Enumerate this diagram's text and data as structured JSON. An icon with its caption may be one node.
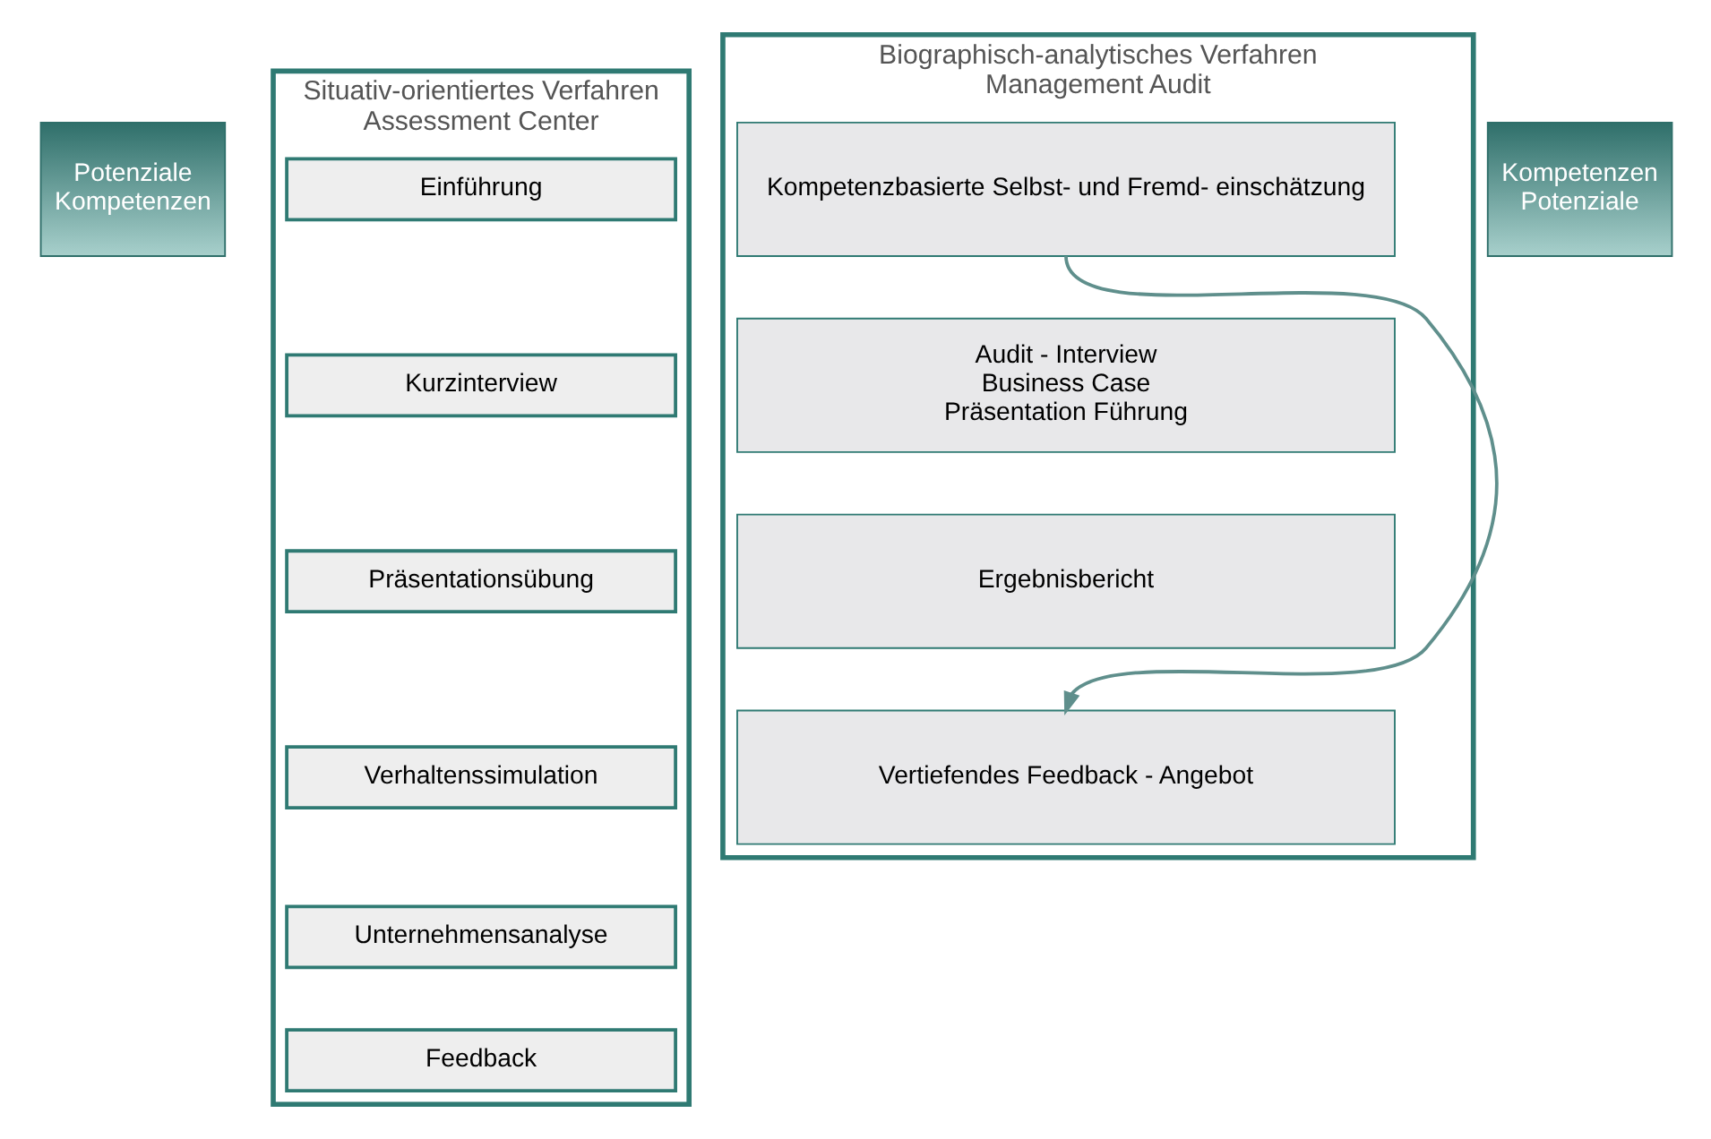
{
  "diagram": {
    "nodes": [
      {
        "text": [
          "Situativ-orientiertes Verfahren",
          "Assessment Center"
        ]
      },
      {
        "text": [
          "Einführung"
        ],
        "in": 0
      },
      {
        "text": [
          "Kurzinterview"
        ],
        "in": 0
      },
      {
        "text": [
          "Präsentationsübung"
        ],
        "in": 0
      },
      {
        "text": [
          "Verhaltenssimulation"
        ],
        "in": 0
      },
      {
        "text": [
          "Unternehmensanalyse"
        ],
        "in": 0
      },
      {
        "text": [
          "Feedback"
        ],
        "in": 0
      },
      {
        "text": [
          "Biographisch-analytisches Verfahren",
          "Management Audit"
        ]
      },
      {
        "text": [
          "Kompetenzbasierte Selbst- und Fremd- einschätzung"
        ],
        "in": 7
      },
      {
        "text": [
          "Audit - Interview",
          "Business Case",
          "Präsentation Führung"
        ],
        "in": 7
      },
      {
        "text": [
          "Ergebnisbericht"
        ],
        "in": 7
      },
      {
        "text": [
          "Vertiefendes Feedback - Angebot"
        ],
        "in": 7
      },
      {
        "text": [
          "Potenziale",
          "Kompetenzen"
        ]
      },
      {
        "text": [
          "Kompetenzen",
          "Potenziale"
        ]
      }
    ],
    "edges": [
      {
        "from": 8,
        "to": 11,
        "arrow": "to",
        "color": "#5f8f8c"
      }
    ]
  }
}
